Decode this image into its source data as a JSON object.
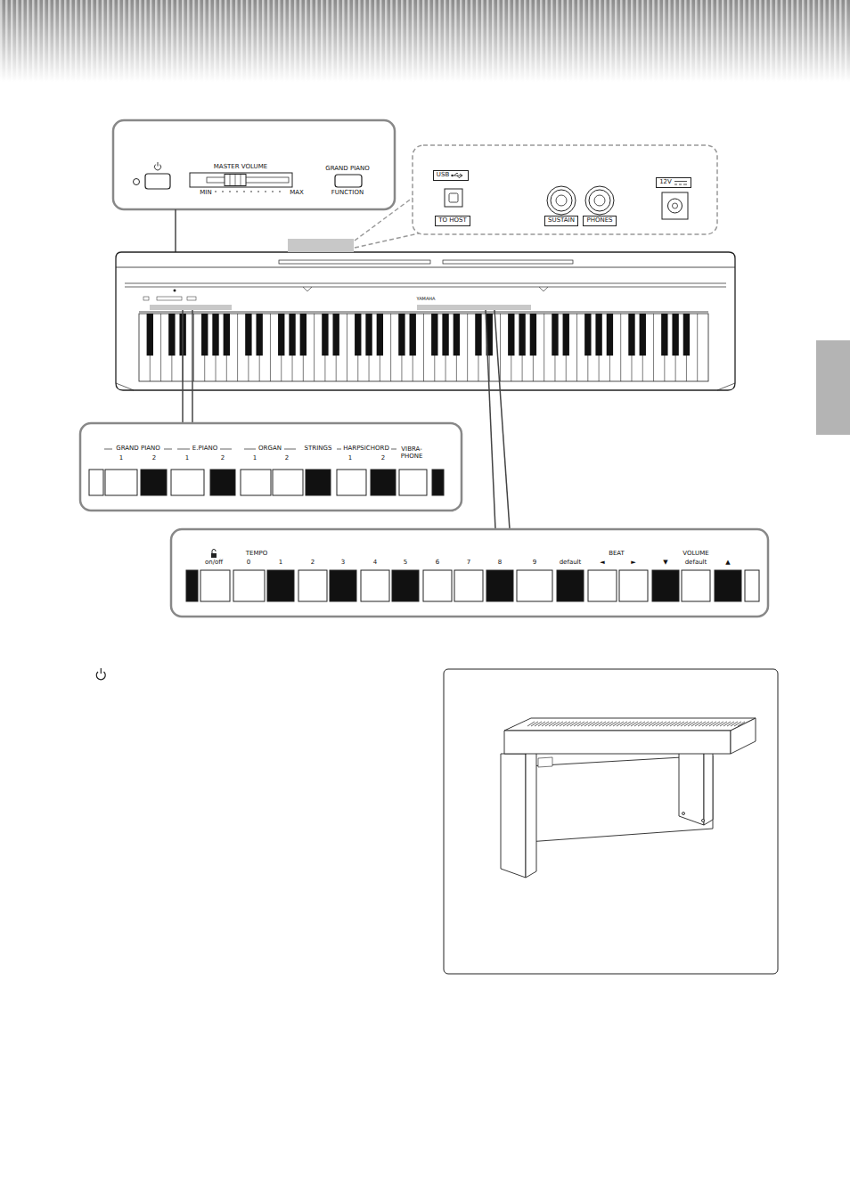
{
  "diagram": {
    "nodes": [
      {
        "text": [
          "USB"
        ]
      },
      {
        "text": [
          "TO HOST"
        ]
      },
      {
        "text": [
          "SUSTAIN"
        ]
      },
      {
        "text": [
          "PHONES"
        ]
      },
      {
        "text": [
          "12V"
        ]
      }
    ],
    "labels": [
      "MASTER VOLUME",
      "MIN",
      "MAX",
      "GRAND PIANO",
      "FUNCTION",
      "YAMAHA",
      "GRAND PIANO",
      "1",
      "2",
      "E.PIANO",
      "1",
      "2",
      "ORGAN",
      "1",
      "2",
      "STRINGS",
      "HARPSICHORD",
      "1",
      "2",
      "VIBRA-PHONE",
      "on/off",
      "TEMPO",
      "0",
      "1",
      "2",
      "3",
      "4",
      "5",
      "6",
      "7",
      "8",
      "9",
      "default",
      "BEAT",
      "◄",
      "►",
      "VOLUME",
      "▼",
      "default",
      "▲"
    ]
  }
}
